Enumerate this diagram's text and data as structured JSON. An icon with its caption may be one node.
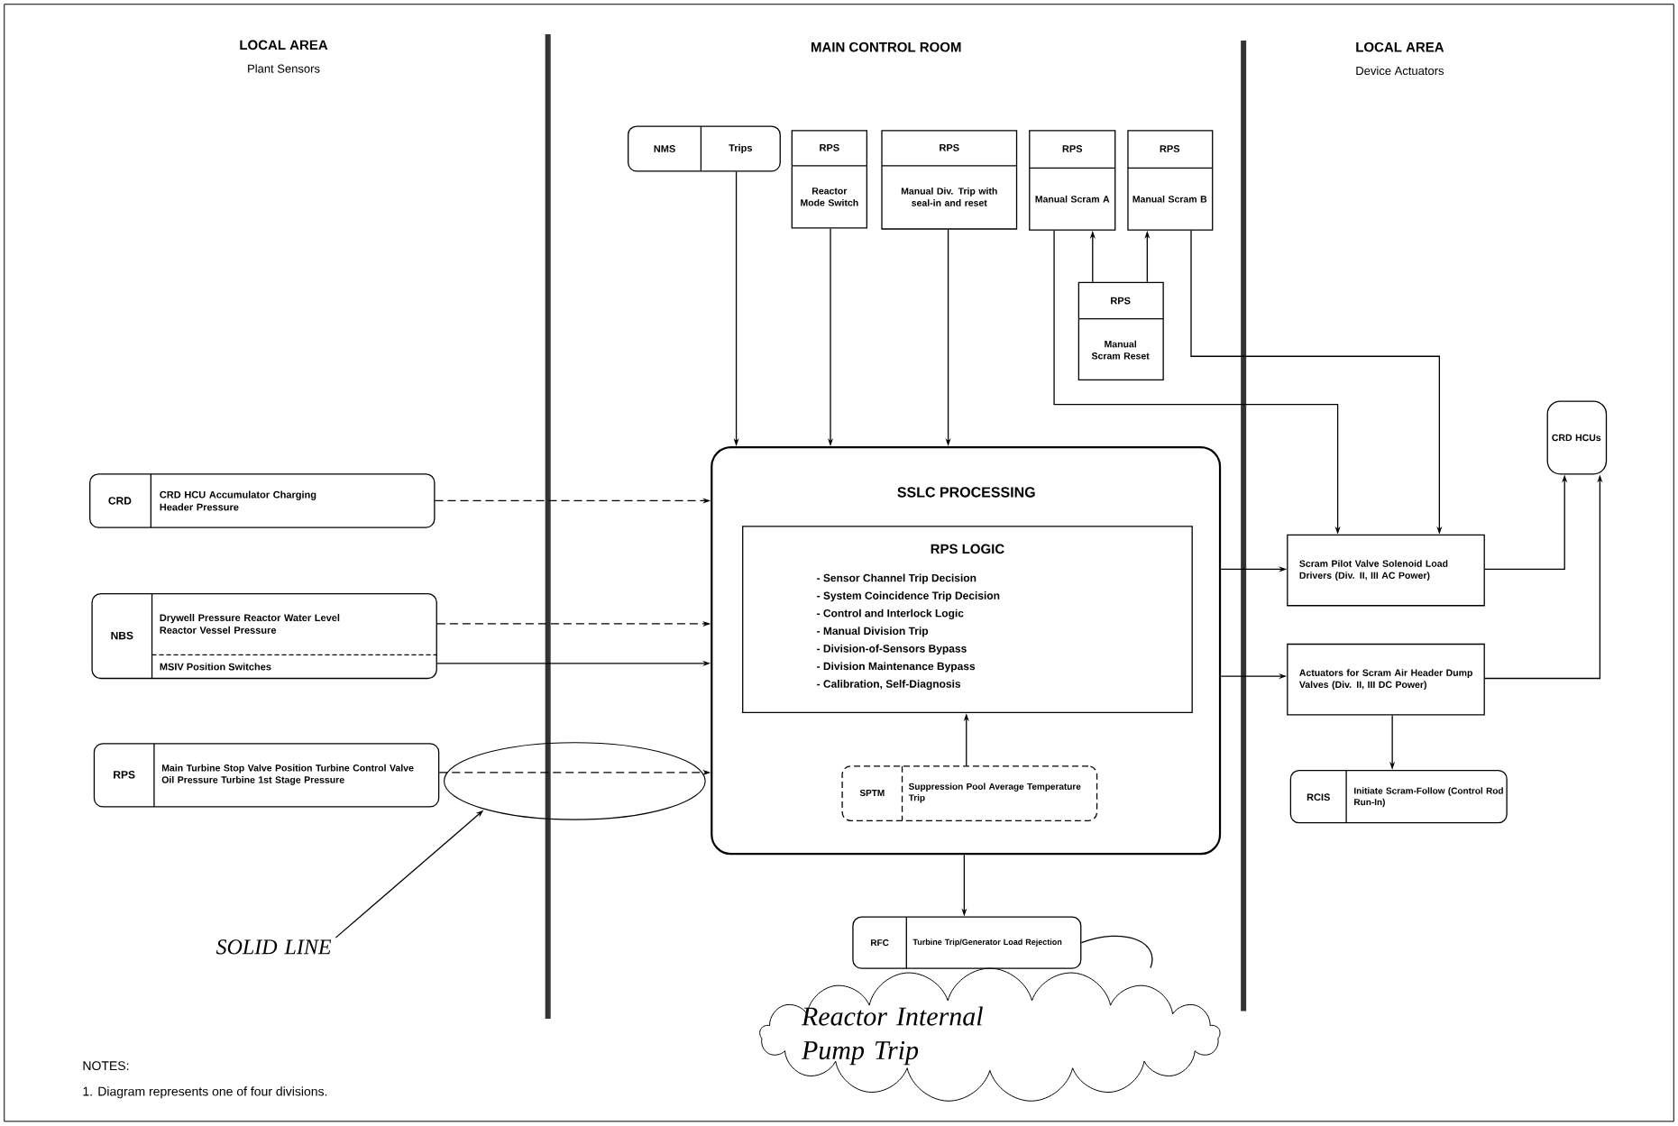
{
  "diagram": {
    "nodes": [
      {
        "text": [
          "NMS",
          "Trips"
        ]
      },
      {
        "text": [
          "RPS",
          "Reactor Mode Switch"
        ]
      },
      {
        "text": [
          "RPS",
          "Manual Div. Trip with seal-in and reset"
        ]
      },
      {
        "text": [
          "RPS",
          "Manual Scram A"
        ]
      },
      {
        "text": [
          "RPS",
          "Manual Scram B"
        ]
      },
      {
        "text": [
          "RPS",
          "Manual Scram Reset"
        ]
      },
      {
        "text": [
          "CRD",
          "CRD HCU Accumulator Charging Header Pressure"
        ]
      },
      {
        "text": [
          "NBS",
          "Drywell Pressure Reactor Water Level Reactor Vessel Pressure",
          "MSIV Position Switches"
        ]
      },
      {
        "text": [
          "RPS",
          "Main Turbine Stop Valve Position Turbine Control Valve Oil Pressure Turbine 1st Stage Pressure"
        ]
      },
      {
        "text": [
          "SSLC PROCESSING"
        ]
      },
      {
        "text": [
          "RPS LOGIC",
          "- Sensor Channel Trip Decision",
          "- System Coincidence Trip Decision",
          "- Control and Interlock Logic",
          "- Manual Division Trip",
          "- Division-of-Sensors Bypass",
          "- Division Maintenance Bypass",
          "- Calibration, Self-Diagnosis"
        ],
        "in": 9
      },
      {
        "text": [
          "SPTM",
          "Suppression Pool Average Temperature Trip"
        ],
        "in": 9
      },
      {
        "text": [
          "RFC",
          "Turbine Trip/Generator Load Rejection"
        ]
      },
      {
        "text": [
          "Scram Pilot Valve Solenoid Load Drivers (Div. II, III AC Power)"
        ]
      },
      {
        "text": [
          "Actuators for Scram Air Header Dump Valves (Div. II, III DC Power)"
        ]
      },
      {
        "text": [
          "RCIS",
          "Initiate Scram-Follow (Control Rod Run-In)"
        ]
      },
      {
        "text": [
          "CRD HCUs"
        ]
      },
      {
        "text": [
          "SOLID LINE"
        ]
      },
      {
        "text": [
          "Reactor Internal Pump Trip"
        ]
      }
    ],
    "edges": [
      {
        "from": 0,
        "to": 9,
        "arrow": "to"
      },
      {
        "from": 1,
        "to": 9,
        "arrow": "to"
      },
      {
        "from": 2,
        "to": 9,
        "arrow": "to"
      },
      {
        "from": 3,
        "to": 13,
        "arrow": "to"
      },
      {
        "from": 4,
        "to": 13,
        "arrow": "to"
      },
      {
        "from": 5,
        "to": 3,
        "arrow": "to"
      },
      {
        "from": 5,
        "to": 4,
        "arrow": "to"
      },
      {
        "from": 6,
        "to": 9,
        "arrow": "to",
        "style": "dashed"
      },
      {
        "from": 7,
        "to": 9,
        "arrow": "to",
        "style": "dashed"
      },
      {
        "from": 7,
        "to": 9,
        "arrow": "to"
      },
      {
        "from": 8,
        "to": 9,
        "arrow": "to",
        "style": "dashed"
      },
      {
        "from": 11,
        "to": 10,
        "arrow": "to"
      },
      {
        "from": 9,
        "to": 12,
        "arrow": "to"
      },
      {
        "from": 9,
        "to": 13,
        "arrow": "to"
      },
      {
        "from": 9,
        "to": 14,
        "arrow": "to"
      },
      {
        "from": 13,
        "to": 16,
        "arrow": "to"
      },
      {
        "from": 14,
        "to": 16,
        "arrow": "to"
      },
      {
        "from": 14,
        "to": 15,
        "arrow": "to"
      },
      {
        "from": 17,
        "to": null,
        "arrow": "to"
      },
      {
        "from": 18,
        "to": 12,
        "arrow": "none"
      }
    ],
    "labels": [
      "LOCAL AREA",
      "Plant Sensors",
      "MAIN CONTROL ROOM",
      "LOCAL AREA",
      "Device Actuators",
      "NOTES:",
      "1. Diagram represents one of four divisions."
    ]
  }
}
